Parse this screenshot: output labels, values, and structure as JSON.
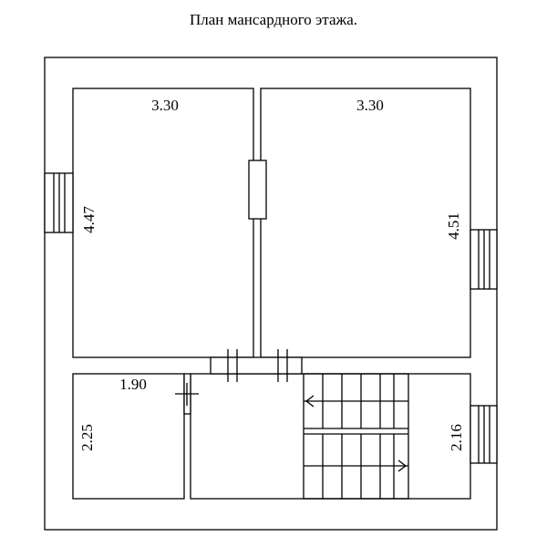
{
  "title": "План мансардного этажа.",
  "rooms": [
    {
      "id": "room-top-left",
      "width_label": "3.30",
      "depth_label": "4.47"
    },
    {
      "id": "room-top-right",
      "width_label": "3.30",
      "depth_label": "4.51"
    },
    {
      "id": "room-bottom-left",
      "width_label": "1.90",
      "depth_label": "2.25"
    },
    {
      "id": "stair-hall",
      "depth_label": "2.16"
    }
  ],
  "colors": {
    "line": "#000000",
    "background": "#ffffff"
  }
}
